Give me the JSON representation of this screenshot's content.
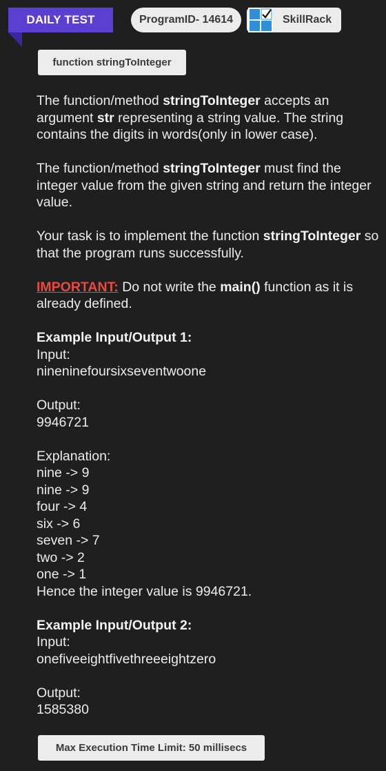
{
  "header": {
    "badge": "DAILY TEST",
    "program_id": "ProgramID- 14614",
    "brand": "SkillRack",
    "colors": {
      "badge": "#5b3fd0",
      "important": "#ea4a3f",
      "pill": "#ececec",
      "background": "#1f1f1f"
    }
  },
  "function_label": "function stringToInteger",
  "description": {
    "p1": {
      "t1": "The function/method ",
      "b1": "stringToInteger",
      "t2": " accepts an argument ",
      "b2": "str",
      "t3": " representing a string value. The string contains the digits in words(only in lower case)."
    },
    "p2": {
      "t1": "The function/method ",
      "b1": "stringToInteger",
      "t2": " must find the integer value from the given string and return the integer value."
    },
    "p3": {
      "t1": "Your task is to implement the function ",
      "b1": "stringToInteger",
      "t2": " so that the program runs successfully."
    },
    "p4": {
      "important": "IMPORTANT:",
      "t1": " Do not write the ",
      "b1": "main()",
      "t2": " function as it is already defined."
    }
  },
  "example1": {
    "heading": "Example Input/Output 1:",
    "input_label": "Input:",
    "input": "nineninefoursixseventwoone",
    "output_label": "Output:",
    "output": "9946721",
    "explanation_label": "Explanation:",
    "lines": [
      "nine -> 9",
      "nine -> 9",
      "four -> 4",
      "six -> 6",
      "seven -> 7",
      "two -> 2",
      "one -> 1"
    ],
    "conclusion": "Hence the integer value is 9946721."
  },
  "example2": {
    "heading": "Example Input/Output 2:",
    "input_label": "Input:",
    "input": "onefiveeightfivethreeeightzero",
    "output_label": "Output:",
    "output": "1585380"
  },
  "footer": {
    "time_limit": "Max Execution Time Limit: 50 millisecs"
  }
}
